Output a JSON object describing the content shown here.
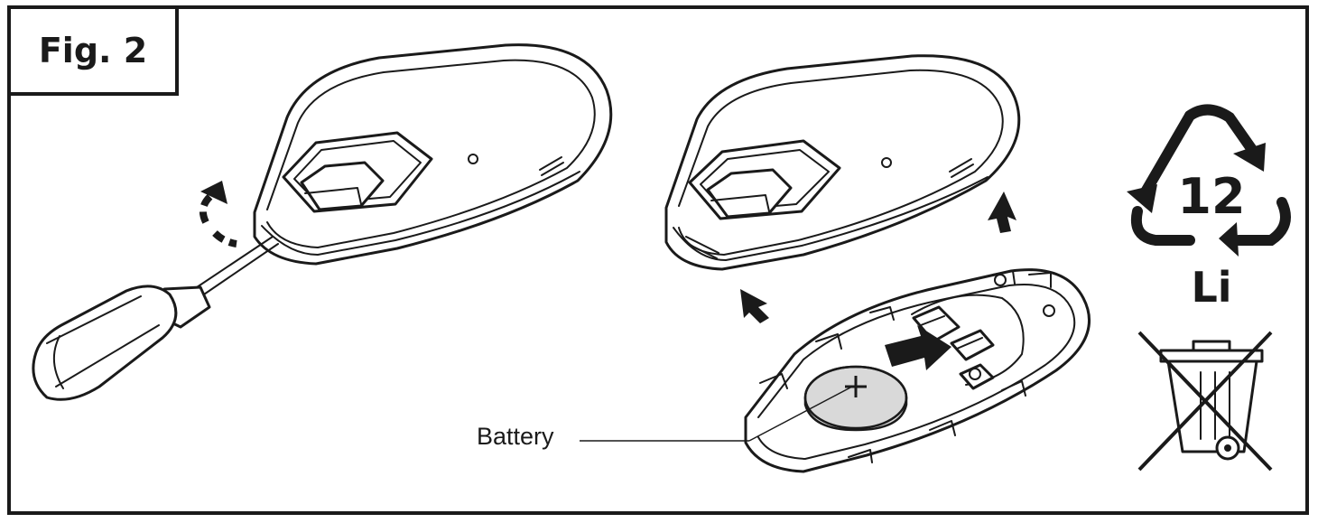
{
  "figure": {
    "label": "Fig. 2",
    "battery_callout": "Battery",
    "recycling_code": "12",
    "recycling_material": "Li"
  },
  "icons": [
    "screwdriver-icon",
    "rotate-arrow-icon",
    "lift-arrow-icon",
    "insert-arrow-icon",
    "recycling-symbol-icon",
    "crossed-out-bin-icon"
  ],
  "colors": {
    "line": "#1a1a1a",
    "background": "#ffffff",
    "battery_fill": "#d9d9d9"
  }
}
